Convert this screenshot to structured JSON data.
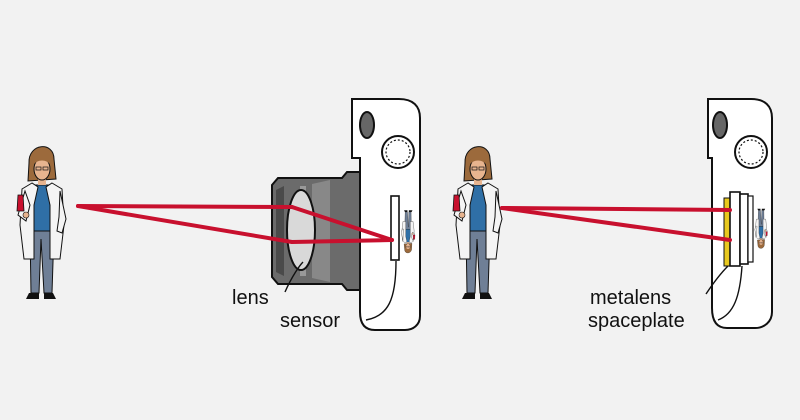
{
  "labels": {
    "lens": "lens",
    "sensor": "sensor",
    "metalens": "metalens",
    "spaceplate": "spaceplate"
  },
  "icons": [
    "scientist-figure",
    "camera-body",
    "lens-barrel",
    "sensor-plate",
    "metalens-stack"
  ],
  "colors": {
    "background": "#f2f2f2",
    "ray": "#c8102e",
    "outline": "#111111",
    "coat": "#f4f4f4",
    "shirt": "#2f6fa6",
    "pants": "#6f7f96",
    "hair": "#9c6a3c",
    "skin": "#e7b48f",
    "metalens": "#e8c81e"
  }
}
